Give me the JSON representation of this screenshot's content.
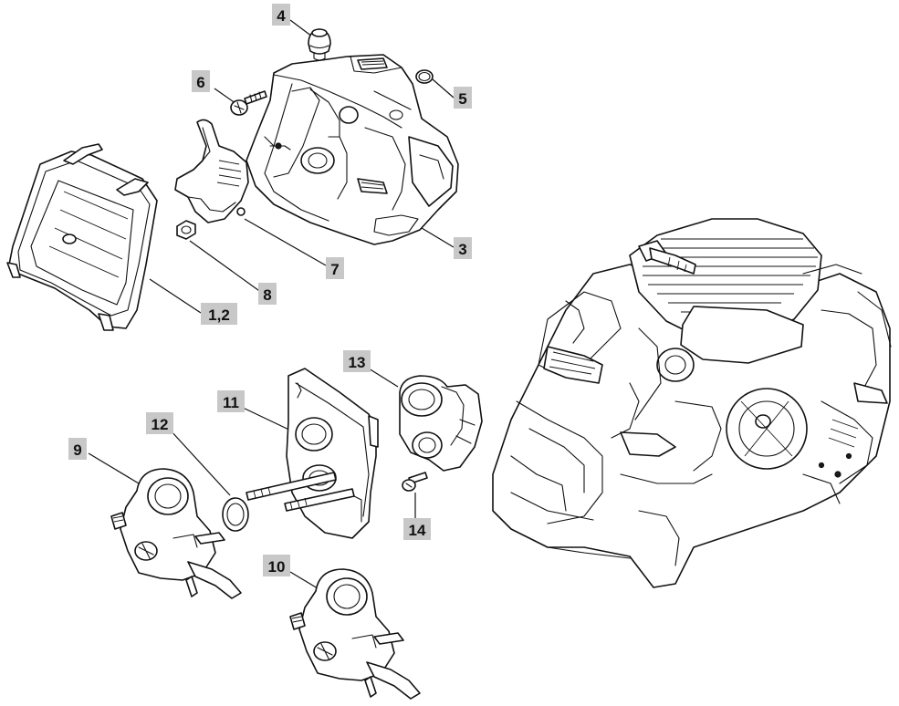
{
  "diagram": {
    "callouts": [
      {
        "id": "c4",
        "label": "4"
      },
      {
        "id": "c6",
        "label": "6"
      },
      {
        "id": "c5",
        "label": "5"
      },
      {
        "id": "c3",
        "label": "3"
      },
      {
        "id": "c7",
        "label": "7"
      },
      {
        "id": "c8",
        "label": "8"
      },
      {
        "id": "c12",
        "label": "1,2"
      },
      {
        "id": "c13",
        "label": "13"
      },
      {
        "id": "c11",
        "label": "11"
      },
      {
        "id": "c12b",
        "label": "12"
      },
      {
        "id": "c9",
        "label": "9"
      },
      {
        "id": "c14",
        "label": "14"
      },
      {
        "id": "c10",
        "label": "10"
      }
    ],
    "colors": {
      "line": "#111111",
      "callout_fill": "#c8c8c8",
      "background": "#ffffff"
    }
  }
}
